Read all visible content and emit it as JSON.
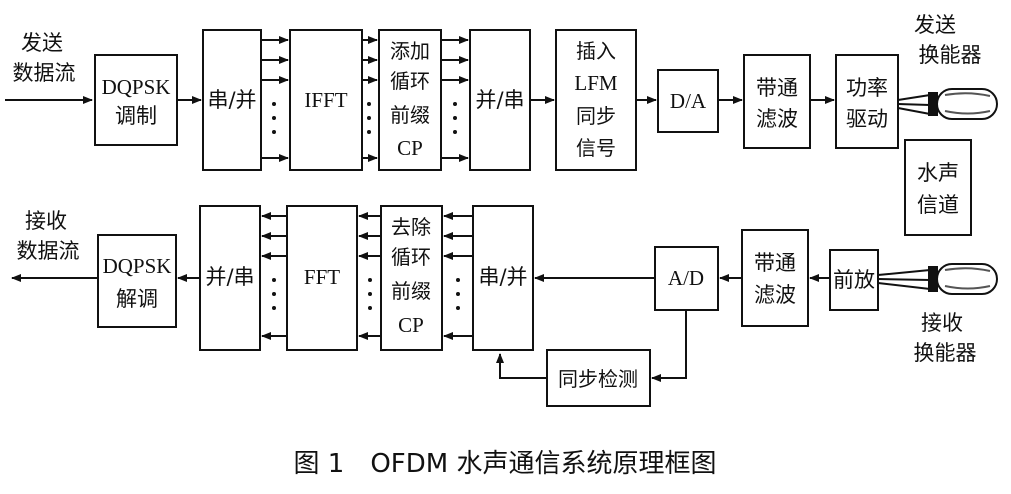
{
  "tx": {
    "input_label": [
      "发送",
      "数据流"
    ],
    "dqpsk_mod": [
      "DQPSK",
      "调制"
    ],
    "sp": "串/并",
    "ifft": "IFFT",
    "add_cp": [
      "添加",
      "循环",
      "前缀",
      "CP"
    ],
    "ps": "并/串",
    "lfm": [
      "插入",
      "LFM",
      "同步",
      "信号"
    ],
    "da": "D/A",
    "bpf": [
      "带通",
      "滤波"
    ],
    "pa": [
      "功率",
      "驱动"
    ],
    "transducer": [
      "发送",
      "换能器"
    ]
  },
  "channel": [
    "水声",
    "信道"
  ],
  "rx": {
    "output_label": [
      "接收",
      "数据流"
    ],
    "dqpsk_demod": [
      "DQPSK",
      "解调"
    ],
    "ps": "并/串",
    "fft": "FFT",
    "remove_cp": [
      "去除",
      "循环",
      "前缀",
      "CP"
    ],
    "sp": "串/并",
    "ad": "A/D",
    "bpf": [
      "带通",
      "滤波"
    ],
    "preamp": "前放",
    "transducer": [
      "接收",
      "换能器"
    ],
    "sync": "同步检测"
  },
  "caption": "图 1　OFDM 水声通信系统原理框图"
}
